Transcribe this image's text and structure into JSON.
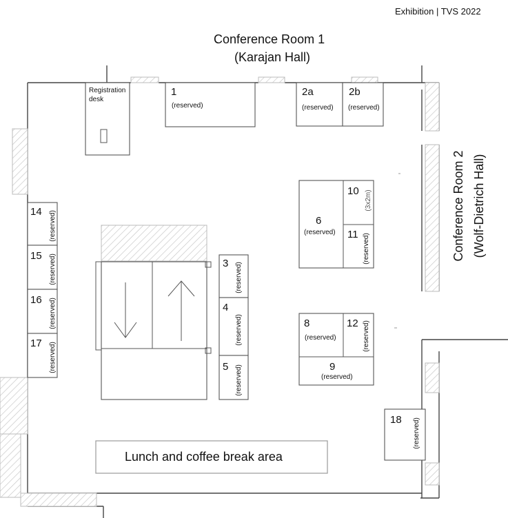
{
  "header": {
    "event": "Exhibition | TVS 2022"
  },
  "rooms": {
    "room1_line1": "Conference Room 1",
    "room1_line2": "(Karajan Hall)",
    "room2_line1": "Conference Room 2",
    "room2_line2": "(Wolf-Dietrich Hall)"
  },
  "registration": {
    "line1": "Registration",
    "line2": "desk"
  },
  "lunch_area": "Lunch and coffee break area",
  "booths": {
    "b1": {
      "number": "1",
      "status": "(reserved)"
    },
    "b2a": {
      "number": "2a",
      "status": "(reserved)"
    },
    "b2b": {
      "number": "2b",
      "status": "(reserved)"
    },
    "b3": {
      "number": "3",
      "status": "(reserved)"
    },
    "b4": {
      "number": "4",
      "status": "(reserved)"
    },
    "b5": {
      "number": "5",
      "status": "(reserved)"
    },
    "b6": {
      "number": "6",
      "status": "(reserved)"
    },
    "b8": {
      "number": "8",
      "status": "(reserved)"
    },
    "b9": {
      "number": "9",
      "status": "(reserved)"
    },
    "b10": {
      "number": "10",
      "size": "(3x2m)"
    },
    "b11": {
      "number": "11",
      "status": "(reserved)"
    },
    "b12": {
      "number": "12",
      "status": "(reserved)"
    },
    "b14": {
      "number": "14",
      "status": "(reserved)"
    },
    "b15": {
      "number": "15",
      "status": "(reserved)"
    },
    "b16": {
      "number": "16",
      "status": "(reserved)"
    },
    "b17": {
      "number": "17",
      "status": "(reserved)"
    },
    "b18": {
      "number": "18",
      "status": "(reserved)"
    }
  }
}
